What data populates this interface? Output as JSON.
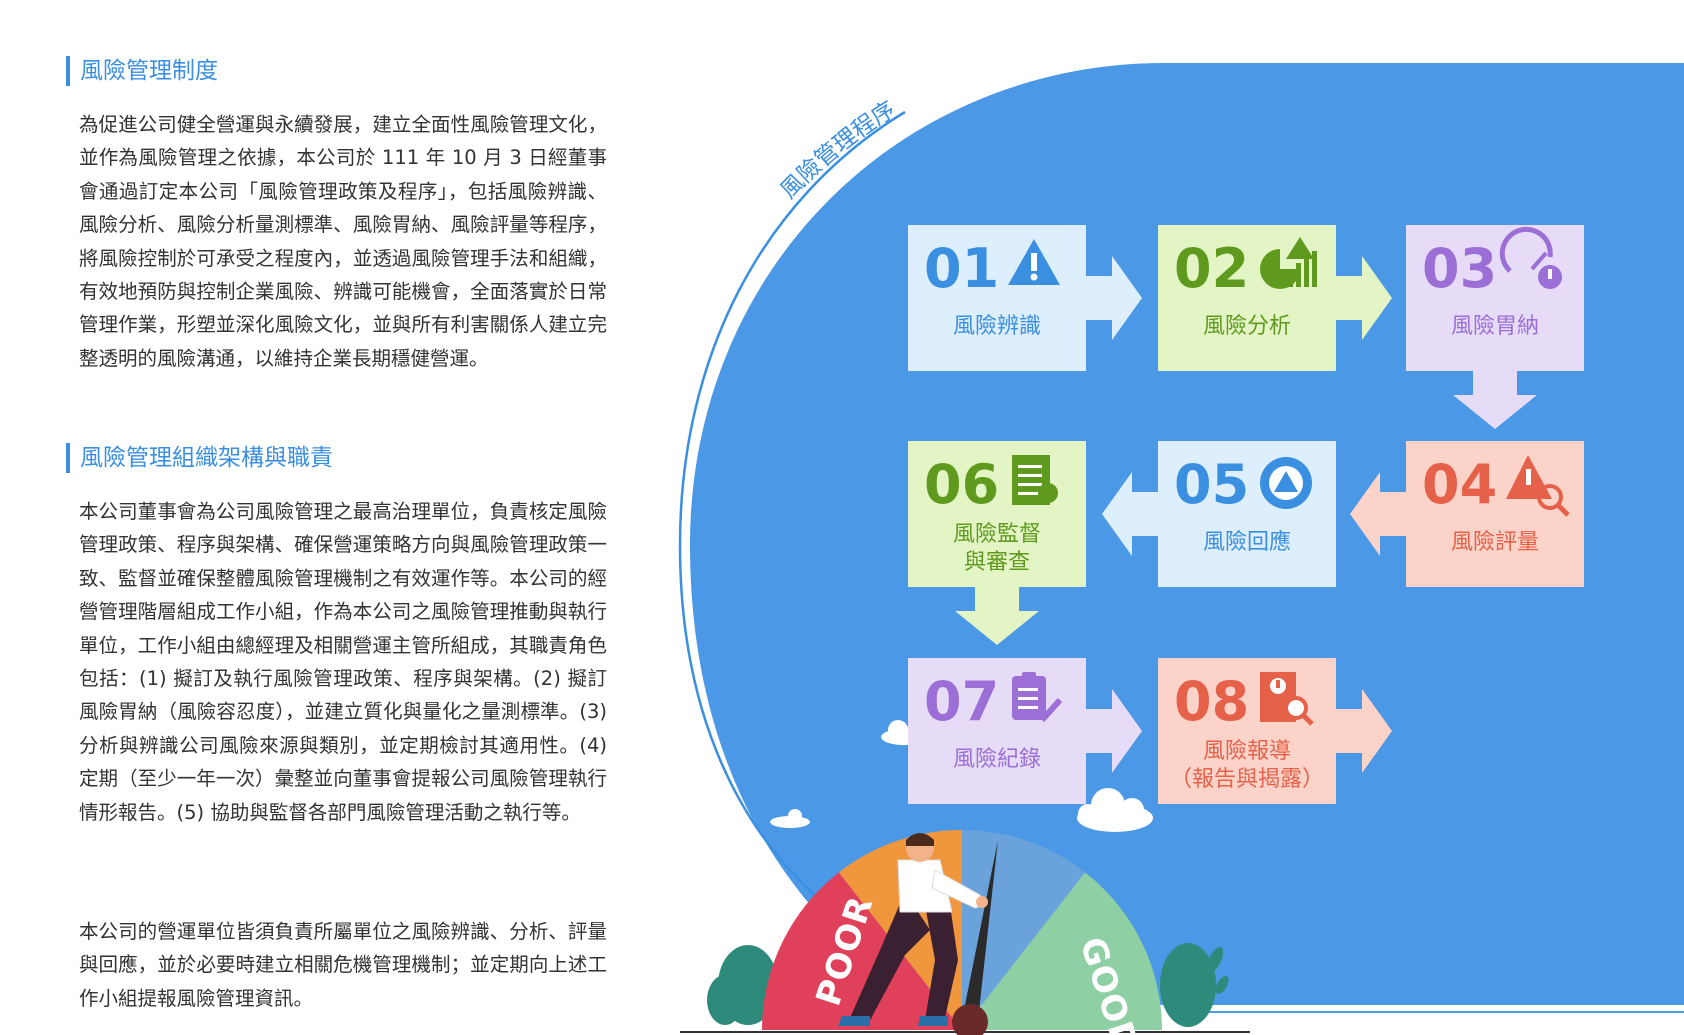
{
  "sections": [
    {
      "title": "風險管理制度",
      "paragraphs": [
        "為促進公司健全營運與永續發展，建立全面性風險管理文化，並作為風險管理之依據，本公司於 111 年 10 月 3 日經董事會通過訂定本公司「風險管理政策及程序」，包括風險辨識、風險分析、風險分析量測標準、風險胃納、風險評量等程序，將風險控制於可承受之程度內，並透過風險管理手法和組織，有效地預防與控制企業風險、辨識可能機會，全面落實於日常管理作業，形塑並深化風險文化，並與所有利害關係人建立完整透明的風險溝通，以維持企業長期穩健營運。"
      ]
    },
    {
      "title": "風險管理組織架構與職責",
      "paragraphs": [
        "本公司董事會為公司風險管理之最高治理單位，負責核定風險管理政策、程序與架構、確保營運策略方向與風險管理政策一致、監督並確保整體風險管理機制之有效運作等。本公司的經營管理階層組成工作小組，作為本公司之風險管理推動與執行單位，工作小組由總經理及相關營運主管所組成，其職責角色包括：(1) 擬訂及執行風險管理政策、程序與架構。(2) 擬訂風險胃納（風險容忍度），並建立質化與量化之量測標準。(3) 分析與辨識公司風險來源與類別，並定期檢討其適用性。(4) 定期（至少一年一次）彙整並向董事會提報公司風險管理執行情形報告。(5) 協助與監督各部門風險管理活動之執行等。",
        "本公司的營運單位皆須負責所屬單位之風險辨識、分析、評量與回應，並於必要時建立相關危機管理機制；並定期向上述工作小組提報風險管理資訊。"
      ]
    }
  ],
  "process": {
    "title": "風險管理程序",
    "steps": [
      {
        "num": "01",
        "label": "風險辨識",
        "label2": "",
        "icon": "warning-triangle-icon",
        "bg": "#ddeefc",
        "fg": "#3b8fe0",
        "arrow": "#ddeefc"
      },
      {
        "num": "02",
        "label": "風險分析",
        "label2": "",
        "icon": "chart-analysis-icon",
        "bg": "#e3f5c5",
        "fg": "#5f9a1e",
        "arrow": "#e3f5c5"
      },
      {
        "num": "03",
        "label": "風險胃納",
        "label2": "",
        "icon": "gauge-alert-icon",
        "bg": "#e6dcf7",
        "fg": "#9b6fd6",
        "arrow": "#e6dcf7"
      },
      {
        "num": "04",
        "label": "風險評量",
        "label2": "",
        "icon": "alert-magnifier-icon",
        "bg": "#fcd3c8",
        "fg": "#e5614a",
        "arrow": "#fcd3c8"
      },
      {
        "num": "05",
        "label": "風險回應",
        "label2": "",
        "icon": "gear-alert-icon",
        "bg": "#ddeefc",
        "fg": "#3b8fe0",
        "arrow": "#ddeefc"
      },
      {
        "num": "06",
        "label": "風險監督",
        "label2": "與審查",
        "icon": "document-review-icon",
        "bg": "#e3f5c5",
        "fg": "#5f9a1e",
        "arrow": "#e3f5c5"
      },
      {
        "num": "07",
        "label": "風險紀錄",
        "label2": "",
        "icon": "clipboard-edit-icon",
        "bg": "#e6dcf7",
        "fg": "#9b6fd6",
        "arrow": "#e6dcf7"
      },
      {
        "num": "08",
        "label": "風險報導",
        "label2": "（報告與揭露）",
        "icon": "report-search-icon",
        "bg": "#fcd3c8",
        "fg": "#e5614a",
        "arrow": "#fcd3c8"
      }
    ]
  },
  "gauge": {
    "poor_label": "POOR",
    "good_label": "GOOD",
    "colors": {
      "red": "#e0405a",
      "orange": "#f0963c",
      "blue": "#6aa3dc",
      "green": "#8ecfa4"
    }
  },
  "colors": {
    "accent": "#3b8fe0",
    "panel": "#4a98e6"
  }
}
